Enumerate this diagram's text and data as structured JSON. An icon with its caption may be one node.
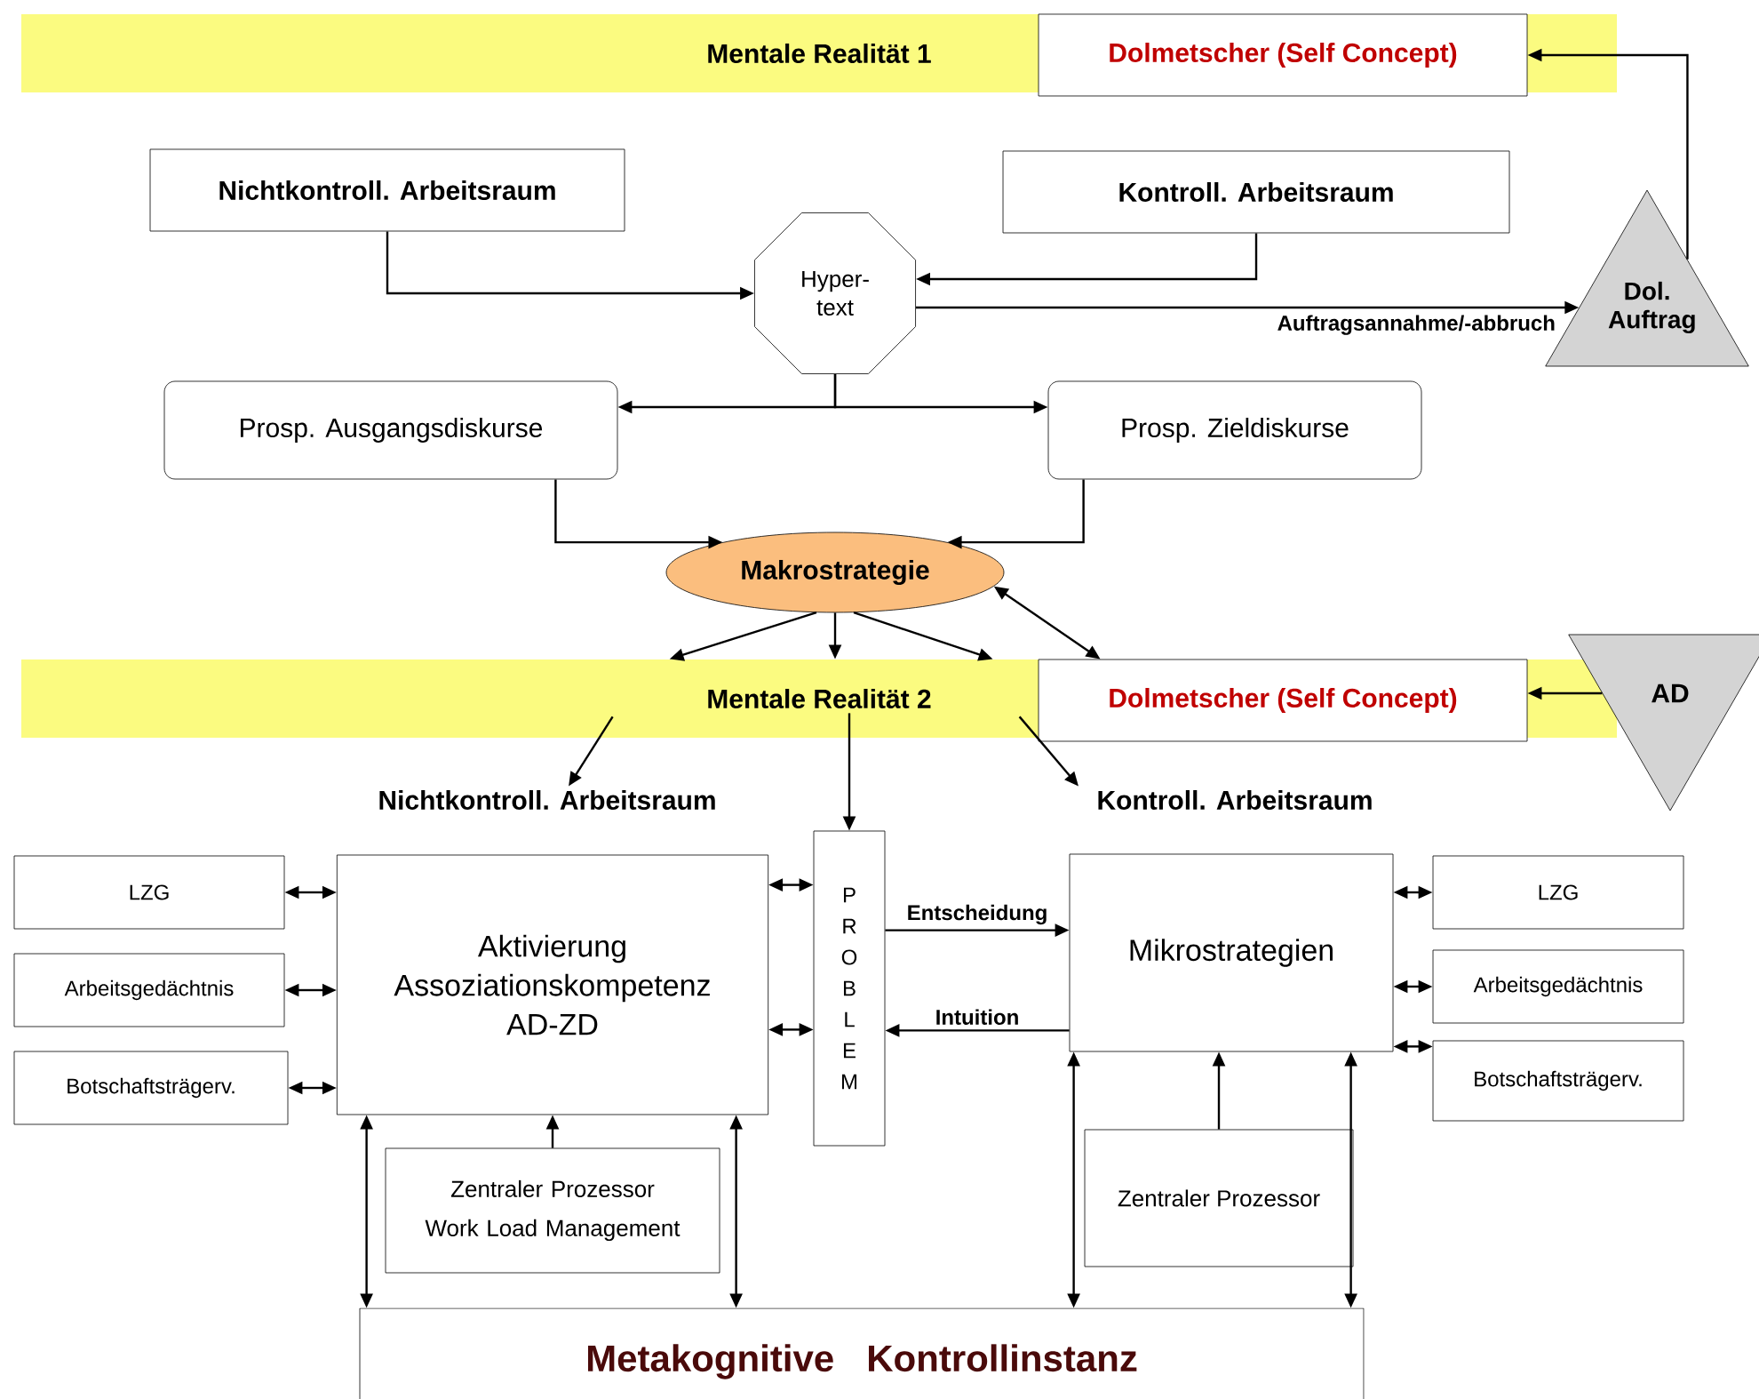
{
  "diagram": {
    "nodes": [
      {
        "text": [
          "Mentale Realität 1"
        ]
      },
      {
        "text": [
          "Dolmetscher (Self Concept)"
        ],
        "in": 0
      },
      {
        "text": [
          "Nichtkontroll. Arbeitsraum"
        ]
      },
      {
        "text": [
          "Hyper- text"
        ]
      },
      {
        "text": [
          "Kontroll. Arbeitsraum"
        ]
      },
      {
        "text": [
          "Dol. Auftrag"
        ]
      },
      {
        "text": [
          "Prosp. Ausgangsdiskurse"
        ]
      },
      {
        "text": [
          "Prosp. Zieldiskurse"
        ]
      },
      {
        "text": [
          "Makrostrategie"
        ]
      },
      {
        "text": [
          "Mentale Realität 2"
        ]
      },
      {
        "text": [
          "Dolmetscher (Self Concept)"
        ],
        "in": 9
      },
      {
        "text": [
          "AD"
        ]
      },
      {
        "text": [
          "Nichtkontroll. Arbeitsraum"
        ]
      },
      {
        "text": [
          "Kontroll. Arbeitsraum"
        ]
      },
      {
        "text": [
          "LZG"
        ]
      },
      {
        "text": [
          "Arbeitsgedächtnis"
        ]
      },
      {
        "text": [
          "Botschaftsträgerv."
        ]
      },
      {
        "text": [
          "Aktivierung Assoziationskompetenz AD-ZD"
        ]
      },
      {
        "text": [
          "P R O B L E M"
        ]
      },
      {
        "text": [
          "Mikrostrategien"
        ]
      },
      {
        "text": [
          "LZG"
        ]
      },
      {
        "text": [
          "Arbeitsgedächtnis"
        ]
      },
      {
        "text": [
          "Botschaftsträgerv."
        ]
      },
      {
        "text": [
          "Zentraler Prozessor Work Load Management"
        ]
      },
      {
        "text": [
          "Zentraler Prozessor"
        ]
      },
      {
        "text": [
          "Metakognitive Kontrollinstanz"
        ]
      }
    ],
    "edges": [
      {
        "from": 2,
        "to": 3,
        "arrow": "to"
      },
      {
        "from": 4,
        "to": 3,
        "arrow": "to"
      },
      {
        "from": 3,
        "to": 5,
        "arrow": "to",
        "label": "Auftragsannahme/-abbruch"
      },
      {
        "from": 5,
        "to": 1,
        "arrow": "to"
      },
      {
        "from": 3,
        "to": 6,
        "arrow": "to"
      },
      {
        "from": 3,
        "to": 7,
        "arrow": "to"
      },
      {
        "from": 6,
        "to": 8,
        "arrow": "to"
      },
      {
        "from": 7,
        "to": 8,
        "arrow": "to"
      },
      {
        "from": 8,
        "to": 9,
        "arrow": "to"
      },
      {
        "from": 8,
        "to": 9,
        "arrow": "to"
      },
      {
        "from": 8,
        "to": 9,
        "arrow": "to"
      },
      {
        "from": 8,
        "to": 10,
        "arrow": "both"
      },
      {
        "from": 11,
        "to": 10,
        "arrow": "to"
      },
      {
        "from": 9,
        "to": 12,
        "arrow": "to"
      },
      {
        "from": 9,
        "to": 18,
        "arrow": "to"
      },
      {
        "from": 9,
        "to": 13,
        "arrow": "to"
      },
      {
        "from": 14,
        "to": 17,
        "arrow": "both"
      },
      {
        "from": 15,
        "to": 17,
        "arrow": "both"
      },
      {
        "from": 16,
        "to": 17,
        "arrow": "both"
      },
      {
        "from": 17,
        "to": 18,
        "arrow": "both"
      },
      {
        "from": 17,
        "to": 18,
        "arrow": "both"
      },
      {
        "from": 18,
        "to": 19,
        "arrow": "to",
        "label": "Entscheidung"
      },
      {
        "from": 19,
        "to": 18,
        "arrow": "to",
        "label": "Intuition"
      },
      {
        "from": 19,
        "to": 20,
        "arrow": "both"
      },
      {
        "from": 19,
        "to": 21,
        "arrow": "both"
      },
      {
        "from": 19,
        "to": 22,
        "arrow": "both"
      },
      {
        "from": 23,
        "to": 17,
        "arrow": "to"
      },
      {
        "from": 25,
        "to": 17,
        "arrow": "both"
      },
      {
        "from": 25,
        "to": 17,
        "arrow": "both"
      },
      {
        "from": 24,
        "to": 19,
        "arrow": "to"
      },
      {
        "from": 25,
        "to": 19,
        "arrow": "both"
      },
      {
        "from": 25,
        "to": 19,
        "arrow": "both"
      }
    ]
  }
}
